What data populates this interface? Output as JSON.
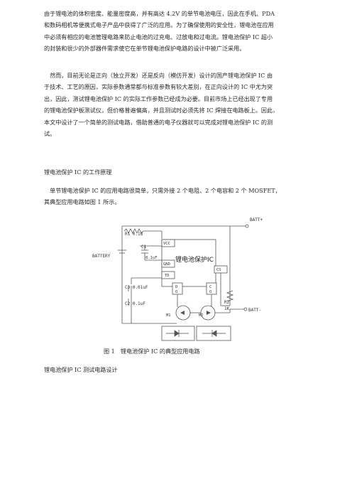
{
  "paragraphs": [
    {
      "lines": [
        "由于锂电池的体积密度、能量密度高，并有高达 4.2V 的单节电池电压，因此在手机、PDA",
        "和数码相机等便携式电子产品中获得了广泛的应用。为了确保使用的安全性，锂电池在应用",
        "中必须有相应的电池管理电路来防止电池的过充电、过放电和过电流。锂电池保护 IC 超小",
        "的封装和很少的外部器件需求使它在单节锂电池保护电路的设计中被广泛采用。"
      ]
    },
    {
      "lines": [
        "　然而，目前无论是正向（独立开发）还是反向（模仿开发）设计的国产锂电池保护 IC 由",
        "于技术、工艺的原因，实际参数通常都与标准参数有较大差别，在正向设计的 IC 中尤为突",
        "出，因此，测试锂电池保护 IC 的实际工作参数已经成为必要。目前市场上已经出现了专用",
        "的锂电池保护板测试仪，但价格普遍偏高，并且测试时必须先将 IC 焊接在电路板上。因此，",
        "本文中设计了一个简单的测试电路，借助普通的电子仪器就可以完成对锂电池保护 IC 的测",
        "试。"
      ]
    },
    {
      "lines": [
        "　单节锂电池保护 IC 的应用电路很简单，只需外接 2 个电阻、2 个电容和 2 个 MOSFET，",
        "其典型应用电路如图 1 所示。"
      ]
    }
  ],
  "headings": {
    "working_principle": "锂电池保护 IC 的工作原理",
    "test_circuit": "锂电池保护 IC 测试电路设计"
  },
  "figure": {
    "caption": "图 1　锂电池保护 IC 的典型应用电路",
    "ic_title": "锂电池保护IC",
    "labels": {
      "batt_plus": "BATT+",
      "batt_minus": "BATT-",
      "battery": "BATTERY",
      "r1": "R1  0.18",
      "c1": "C1",
      "c1_val": "0.1uF",
      "c3": "C3  0.01uF",
      "c2": "C2  0.1uF",
      "r2": "R2",
      "r2_val": "1K",
      "vcc": "VCC",
      "gnd": "GND",
      "td": "TD",
      "cs": "CS",
      "pin_d": "D",
      "pin_o1": "O",
      "pin_c": "C",
      "pin_o2": "O",
      "m1": "M1",
      "m2": "M2"
    }
  }
}
